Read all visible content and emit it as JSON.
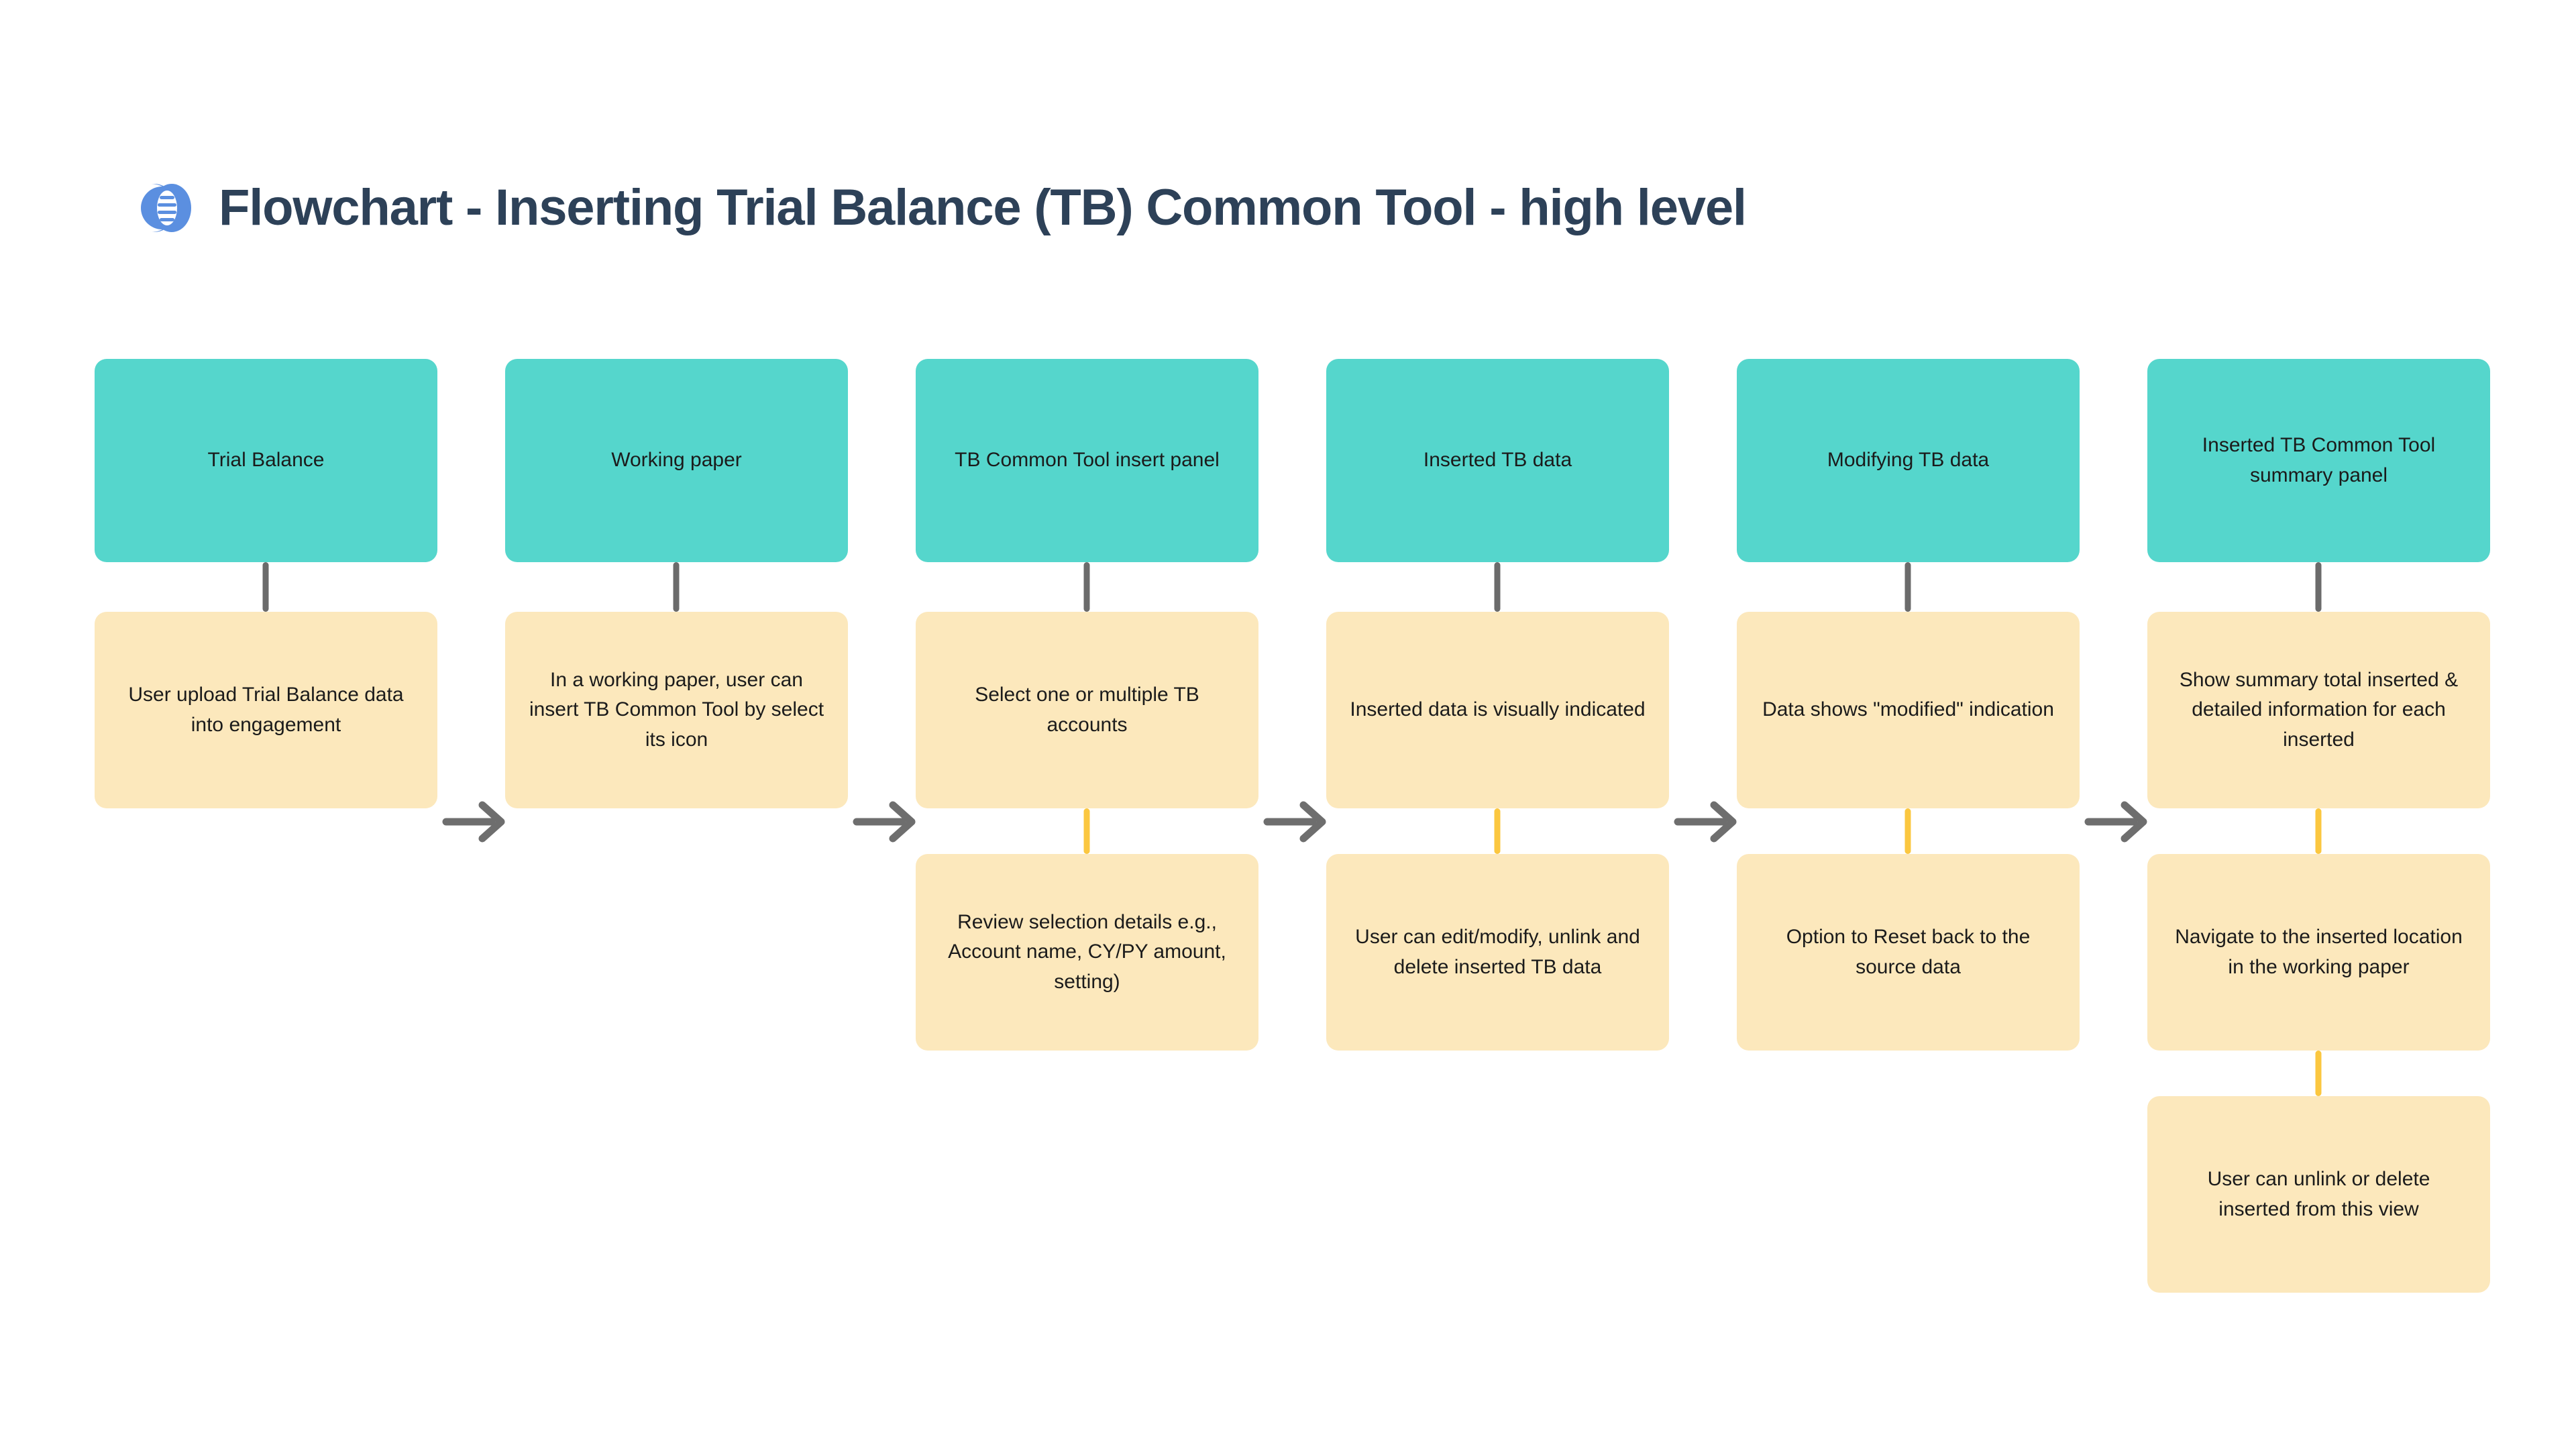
{
  "header": {
    "title": "Flowchart - Inserting Trial Balance (TB) Common Tool - high level",
    "logo_icon": "brand-logo-icon"
  },
  "colors": {
    "background": "#ffffff",
    "title_text": "#2D4158",
    "logo_blue": "#5B8FE0",
    "stage_teal": "#55D6CC",
    "detail_cream": "#FCE8BC",
    "connector_gray": "#6b6b6b",
    "connector_yellow": "#FBC740",
    "arrow_gray": "#6e6e6e",
    "node_text": "#1b1b1b"
  },
  "chart_data": {
    "type": "diagram",
    "title": "Flowchart - Inserting Trial Balance (TB) Common Tool - high level",
    "orientation": "left-to-right stages with downward detail chains",
    "stage_count": 6,
    "columns": [
      {
        "id": "col-1",
        "stage": "Trial Balance",
        "details": [
          "User upload Trial Balance data into engagement"
        ]
      },
      {
        "id": "col-2",
        "stage": "Working paper",
        "details": [
          "In a working paper, user can insert TB Common Tool by select its icon"
        ]
      },
      {
        "id": "col-3",
        "stage": "TB Common Tool insert panel",
        "details": [
          "Select one or multiple TB accounts",
          "Review selection details e.g., Account name, CY/PY amount, setting)"
        ]
      },
      {
        "id": "col-4",
        "stage": "Inserted TB data",
        "details": [
          "Inserted data is visually indicated",
          "User can edit/modify, unlink and delete inserted TB data"
        ]
      },
      {
        "id": "col-5",
        "stage": "Modifying TB data",
        "details": [
          "Data shows \"modified\" indication",
          "Option to Reset back to the source data"
        ]
      },
      {
        "id": "col-6",
        "stage": "Inserted TB Common Tool summary panel",
        "details": [
          "Show summary total inserted & detailed information for each inserted",
          "Navigate to the inserted location in the working paper",
          "User can unlink or delete inserted from this view"
        ]
      }
    ],
    "stage_arrows": 5,
    "connector_legend": {
      "gray_vertical": "stage to first detail",
      "yellow_vertical": "detail to detail"
    }
  }
}
